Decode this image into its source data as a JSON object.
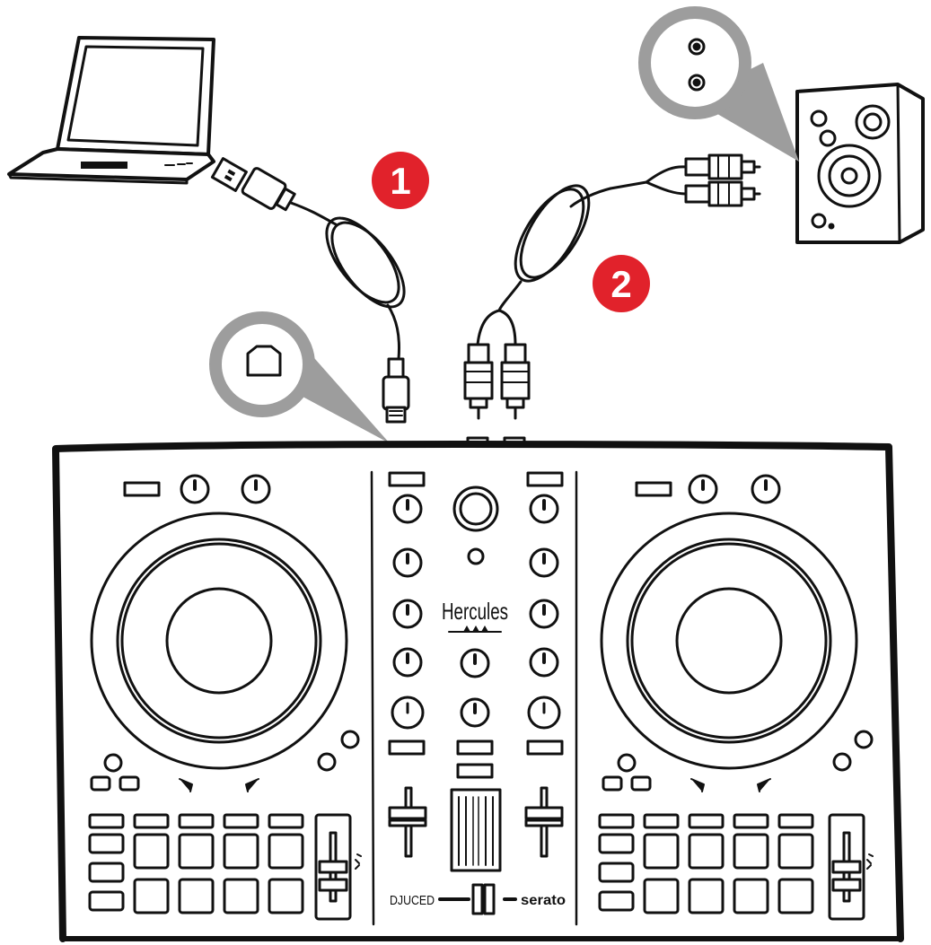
{
  "steps": [
    {
      "number": "1",
      "target": "USB to computer"
    },
    {
      "number": "2",
      "target": "RCA to speakers"
    }
  ],
  "brand": {
    "name": "Hercules",
    "software_left": "DJUCED",
    "software_right": "serato"
  },
  "colors": {
    "badge": "#e1222b",
    "callout": "#9d9d9d",
    "ink": "#111111",
    "paper": "#ffffff"
  },
  "icons": {
    "usb_port": "usb-b-port-icon",
    "rca_port": "rca-jacks-icon"
  }
}
